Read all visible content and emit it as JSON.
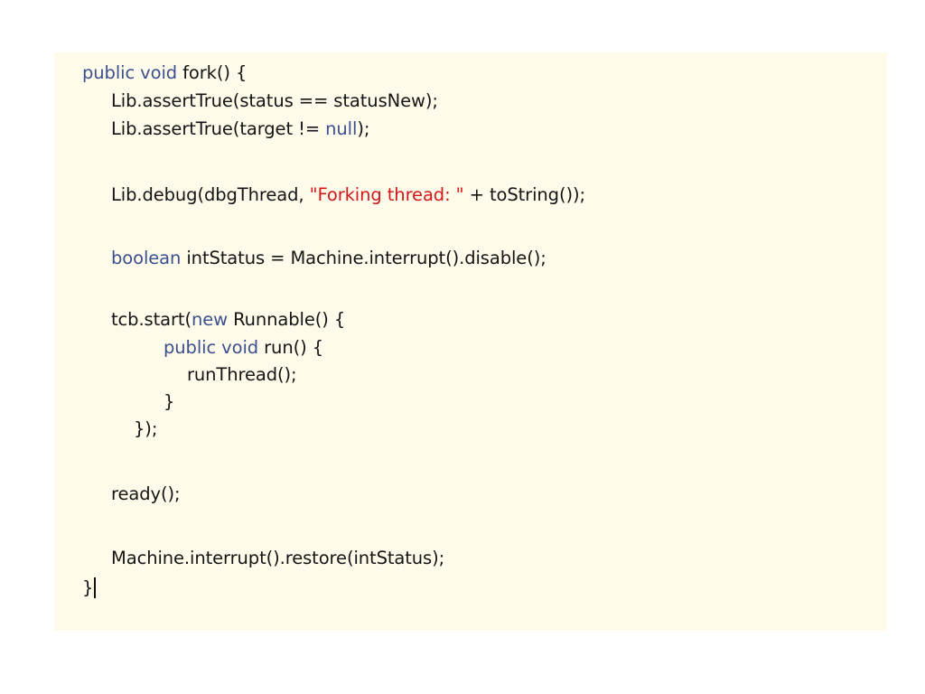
{
  "code": {
    "line1": {
      "kw1": "public void",
      "rest": " fork() {"
    },
    "line2": {
      "text": "Lib.assertTrue(status == statusNew);"
    },
    "line3": {
      "pre": "Lib.assertTrue(target != ",
      "kw": "null",
      "post": ");"
    },
    "line5": {
      "pre": "Lib.debug(dbgThread, ",
      "str": "\"Forking thread: \"",
      "post": " + toString());"
    },
    "line7": {
      "kw": "boolean",
      "rest": " intStatus = Machine.interrupt().disable();"
    },
    "line9": {
      "pre": "tcb.start(",
      "kw": "new",
      "post": " Runnable() {"
    },
    "line10": {
      "kw": "public void",
      "rest": " run() {"
    },
    "line11": {
      "text": "runThread();"
    },
    "line12": {
      "text": "}"
    },
    "line13": {
      "text": "});"
    },
    "line15": {
      "text": "ready();"
    },
    "line17": {
      "text": "Machine.interrupt().restore(intStatus);"
    },
    "line18": {
      "text": "}"
    }
  },
  "colors": {
    "background": "#fffbeb",
    "keyword": "#3c4f8f",
    "string": "#d01919",
    "text": "#151515"
  }
}
